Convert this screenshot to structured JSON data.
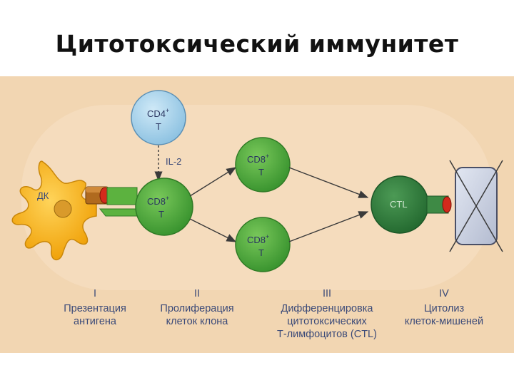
{
  "title": "Цитотоксический иммунитет",
  "colors": {
    "panel_background": "#f2d6b2",
    "dendritic_cell": "#f5b214",
    "helper_cell": "#a8d3ec",
    "cd8_cell": "#4fa83a",
    "ctl_cell": "#2f7d3a",
    "receptor": "#d42a1c",
    "target_cell": "#c9cfe0",
    "caption_text": "#3b4a78"
  },
  "diagram": {
    "dendritic_cell": {
      "label": "ДК"
    },
    "helper_cell": {
      "line1": "CD4",
      "sup": "+",
      "line2": "T",
      "icon": "round-cell"
    },
    "cytokine": {
      "label": "IL-2"
    },
    "cd8_initial": {
      "line1": "CD8",
      "sup": "+",
      "line2": "T"
    },
    "cd8_upper": {
      "line1": "CD8",
      "sup": "+",
      "line2": "T"
    },
    "cd8_lower": {
      "line1": "CD8",
      "sup": "+",
      "line2": "T"
    },
    "ctl": {
      "label": "CTL"
    },
    "target_cell": {
      "icon": "crossed-out-box"
    }
  },
  "stages": [
    {
      "numeral": "I",
      "lines": [
        "Презентация",
        "антигена"
      ]
    },
    {
      "numeral": "II",
      "lines": [
        "Пролиферация",
        "клеток клона"
      ]
    },
    {
      "numeral": "III",
      "lines": [
        "Дифференцировка",
        "цитотоксических",
        "Т-лимфоцитов (CTL)"
      ]
    },
    {
      "numeral": "IV",
      "lines": [
        "Цитолиз",
        "клеток-мишеней"
      ]
    }
  ]
}
